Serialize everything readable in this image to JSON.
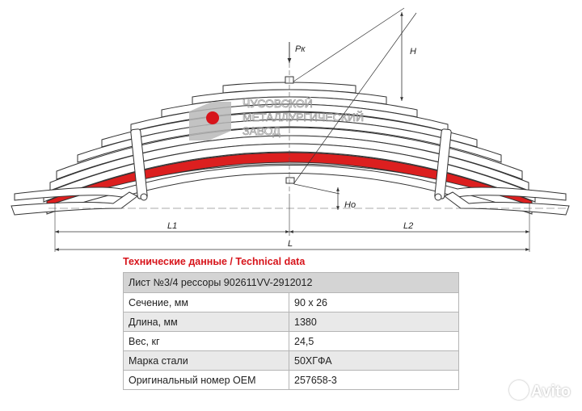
{
  "drawing": {
    "labels": {
      "pk": "Pк",
      "h": "H",
      "ho": "Ho",
      "l1": "L1",
      "l2": "L2",
      "l": "L"
    },
    "logo_lines": [
      "ЧУСОВСКОЙ",
      "МЕТАЛЛУРГИЧЕСКИЙ",
      "ЗАВОД"
    ],
    "colors": {
      "accent_leaf": "#dc1f1f",
      "line": "#333333",
      "logo": "#9c9c9c"
    }
  },
  "table": {
    "title": "Технические данные / Technical data",
    "header": "Лист №3/4 рессоры 902611VV-2912012",
    "rows": [
      {
        "label": "Сечение, мм",
        "value": "90 х 26"
      },
      {
        "label": "Длина, мм",
        "value": "1380"
      },
      {
        "label": "Вес, кг",
        "value": "24,5"
      },
      {
        "label": "Марка стали",
        "value": "50ХГФА"
      },
      {
        "label": "Оригинальный номер OEM",
        "value": "257658-3"
      }
    ]
  },
  "watermark": {
    "text": "Avito"
  }
}
